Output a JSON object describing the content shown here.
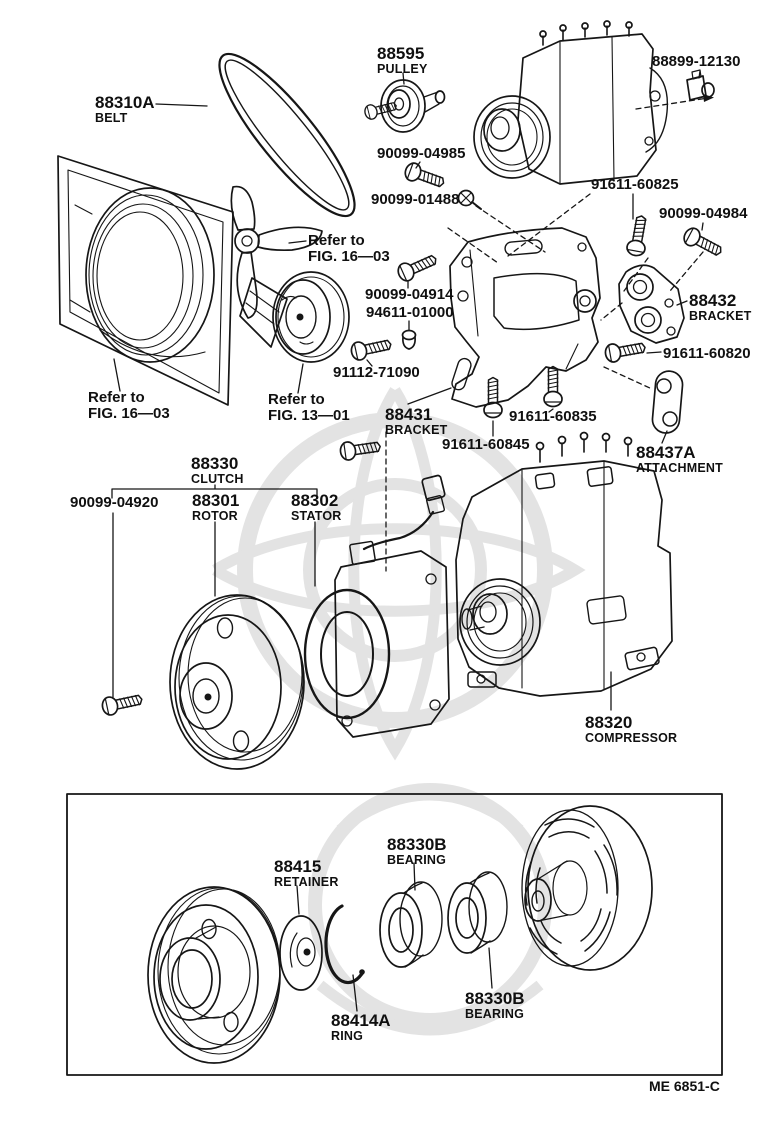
{
  "figure_code": "ME 6851-C",
  "colors": {
    "ink": "#161616",
    "paper": "#ffffff",
    "watermark": "#e3e3e3"
  },
  "callouts": {
    "belt": {
      "part": "88310A",
      "caption": "BELT"
    },
    "pulley_idler": {
      "part": "88595",
      "caption": "PULLEY"
    },
    "fitting_88899": {
      "part": "88899-12130"
    },
    "bolt_04985": {
      "part": "90099-04985"
    },
    "bolt_01488": {
      "part": "90099-01488"
    },
    "bolt_60825": {
      "part": "91611-60825"
    },
    "bolt_04984": {
      "part": "90099-04984"
    },
    "ref_fig_16_03_fan": {
      "line1": "Refer to",
      "line2": "FIG. 16—03"
    },
    "bolt_04914": {
      "part": "90099-04914"
    },
    "plug_94611": {
      "part": "94611-01000"
    },
    "bracket_88432": {
      "part": "88432",
      "caption": "BRACKET"
    },
    "bolt_60820": {
      "part": "91611-60820"
    },
    "bolt_91112": {
      "part": "91112-71090"
    },
    "ref_fig_16_03_shroud": {
      "line1": "Refer to",
      "line2": "FIG. 16—03"
    },
    "ref_fig_13_01": {
      "line1": "Refer to",
      "line2": "FIG. 13—01"
    },
    "bracket_88431": {
      "part": "88431",
      "caption": "BRACKET"
    },
    "bolt_60835": {
      "part": "91611-60835"
    },
    "bolt_60845": {
      "part": "91611-60845"
    },
    "attachment_88437a": {
      "part": "88437A",
      "caption": "ATTACHMENT"
    },
    "clutch_88330": {
      "part": "88330",
      "caption": "CLUTCH"
    },
    "bolt_04920": {
      "part": "90099-04920"
    },
    "rotor_88301": {
      "part": "88301",
      "caption": "ROTOR"
    },
    "stator_88302": {
      "part": "88302",
      "caption": "STATOR"
    },
    "compressor_88320": {
      "part": "88320",
      "caption": "COMPRESSOR"
    },
    "retainer_88415": {
      "part": "88415",
      "caption": "RETAINER"
    },
    "bearing_front": {
      "part": "88330B",
      "caption": "BEARING"
    },
    "ring_88414a": {
      "part": "88414A",
      "caption": "RING"
    },
    "bearing_rear": {
      "part": "88330B",
      "caption": "BEARING"
    }
  }
}
